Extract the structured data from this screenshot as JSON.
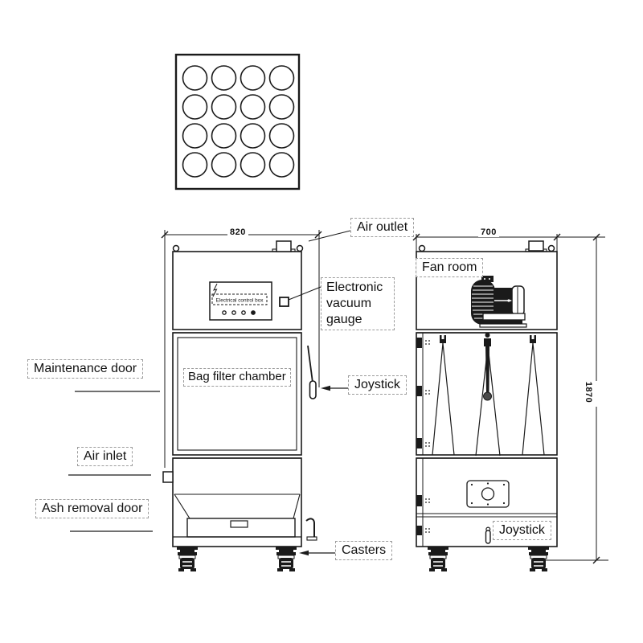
{
  "labels": {
    "air_outlet": "Air outlet",
    "fan_room": "Fan room",
    "electronic_vacuum_gauge": "Electronic vacuum gauge",
    "maintenance_door": "Maintenance door",
    "bag_filter_chamber": "Bag filter chamber",
    "joystick_front": "Joystick",
    "joystick_side": "Joystick",
    "air_inlet": "Air inlet",
    "ash_removal_door": "Ash removal door",
    "casters": "Casters",
    "electrical_control_box": "Electrical control box"
  },
  "dimensions": {
    "front_width_mm": "820",
    "side_depth_mm": "700",
    "height_mm": "1870"
  },
  "views": {
    "top_view": {
      "filter_rows": 4,
      "filter_cols": 4
    },
    "side_view": {
      "filter_bags": 3
    },
    "front_panel": {
      "indicator_dots": 4
    }
  },
  "colors": {
    "line": "#1a1a1a",
    "dashed_box": "#9c9c9c",
    "background": "#ffffff"
  }
}
